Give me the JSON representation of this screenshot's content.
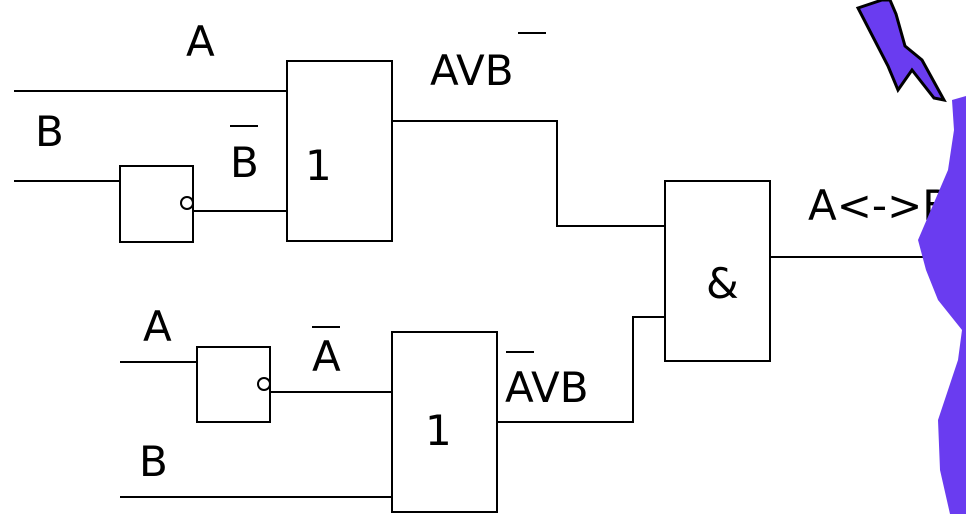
{
  "labels": {
    "top_a_input": "A",
    "top_b_input": "B",
    "top_b_negated": "B",
    "top_or_output": "AVB",
    "bottom_a_input": "A",
    "bottom_a_negated": "A",
    "bottom_b_input": "B",
    "bottom_or_output": "AVB",
    "final_output": "A<->B"
  },
  "gates": {
    "top_or_symbol": "1",
    "bottom_or_symbol": "1",
    "and_symbol": "&"
  },
  "colors": {
    "line": "#000000",
    "decoration": "#6a3cf0"
  }
}
